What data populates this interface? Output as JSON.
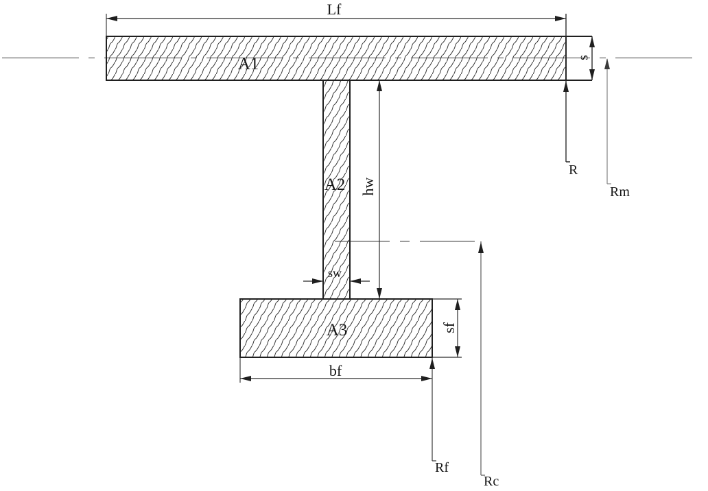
{
  "figure": {
    "kind": "beam-cross-section-diagram",
    "background": "#ffffff",
    "line_color": "#1f1f1f",
    "dim_line_color": "#2a2a2a",
    "gray_line_color": "#8c8c8c",
    "mid_gray_line_color": "#5a5a5a"
  },
  "areas": {
    "top_flange": "A1",
    "web": "A2",
    "bottom_flange": "A3"
  },
  "dims": {
    "top_flange_width": "Lf",
    "top_flange_thickness": "s",
    "web_height": "hw",
    "web_thickness": "sw",
    "bottom_flange_width": "bf",
    "bottom_flange_thickness": "sf"
  },
  "refs": {
    "r": "R",
    "rm": "Rm",
    "rf": "Rf",
    "rc": "Rc"
  }
}
